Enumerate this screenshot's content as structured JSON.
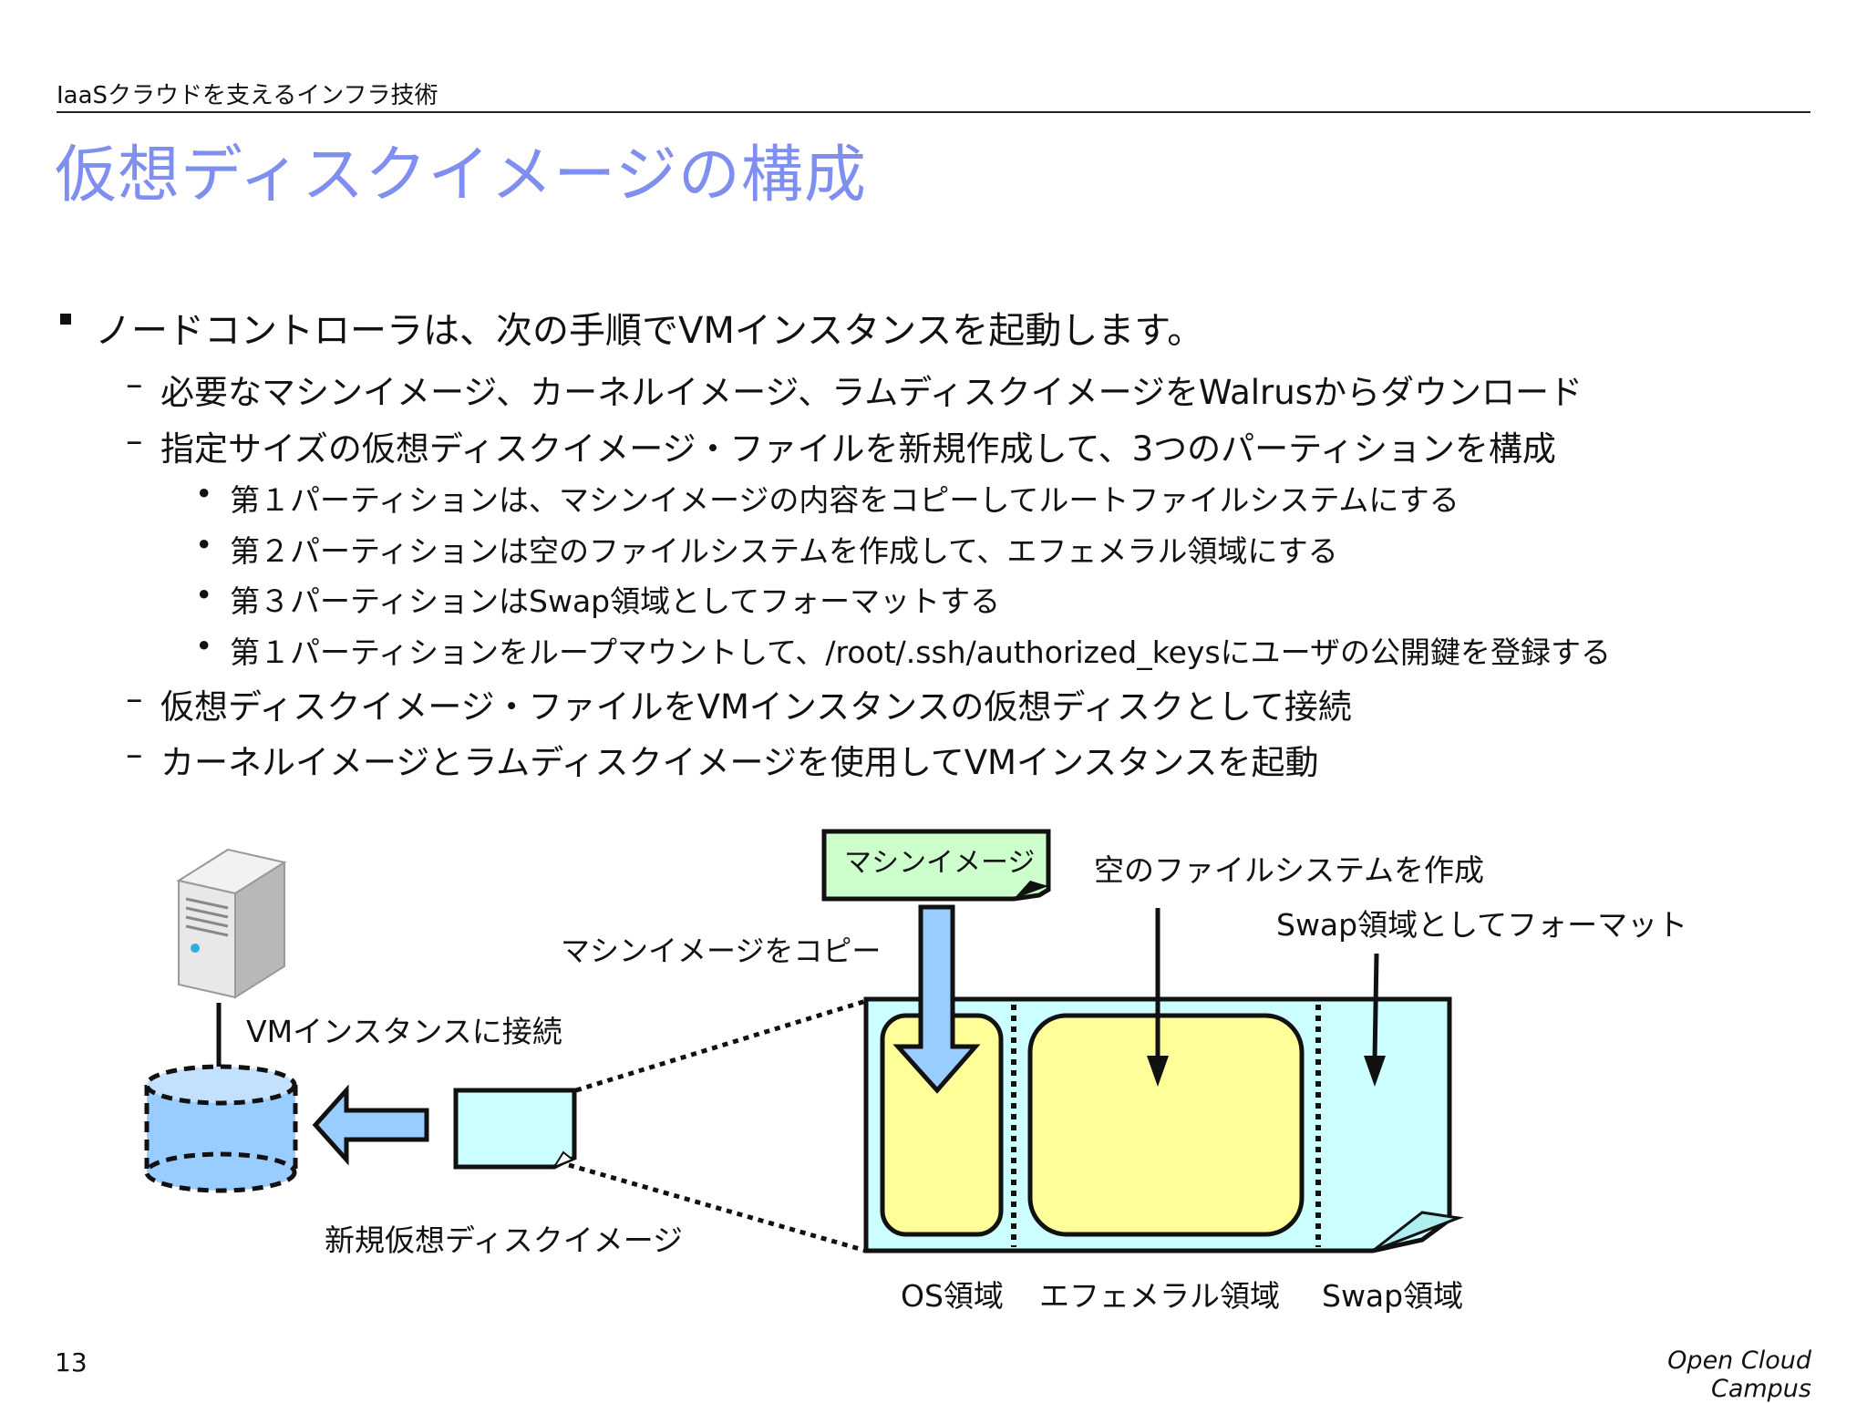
{
  "header": {
    "category": "IaaSクラウドを支えるインフラ技術"
  },
  "title": "仮想ディスクイメージの構成",
  "bullets": {
    "main": "ノードコントローラは、次の手順でVMインスタンスを起動します。",
    "dash_marker": "–",
    "dot_marker": "•",
    "step1": "必要なマシンイメージ、カーネルイメージ、ラムディスクイメージをWalrusからダウンロード",
    "step2": "指定サイズの仮想ディスクイメージ・ファイルを新規作成して、3つのパーティションを構成",
    "sub": [
      "第１パーティションは、マシンイメージの内容をコピーしてルートファイルシステムにする",
      "第２パーティションは空のファイルシステムを作成して、エフェメラル領域にする",
      "第３パーティションはSwap領域としてフォーマットする",
      "第１パーティションをループマウントして、/root/.ssh/authorized_keysにユーザの公開鍵を登録する"
    ],
    "step3": "仮想ディスクイメージ・ファイルをVMインスタンスの仮想ディスクとして接続",
    "step4": "カーネルイメージとラムディスクイメージを使用してVMインスタンスを起動"
  },
  "diagram": {
    "machine_image_box": "マシンイメージ",
    "copy_label": "マシンイメージをコピー",
    "empty_fs_label": "空のファイルシステムを作成",
    "swap_format_label": "Swap領域としてフォーマット",
    "connect_label": "VMインスタンスに接続",
    "new_disk_label": "新規仮想ディスクイメージ",
    "os_area": "OS領域",
    "ephemeral_area": "エフェメラル領域",
    "swap_area": "Swap領域",
    "colors": {
      "machine_image_fill": "#ccffcc",
      "partition_fill": "#ffff99",
      "disk_fill": "#ccffff",
      "arrow_fill": "#99ccff",
      "cylinder_fill": "#99ccff"
    },
    "icons": [
      "server-icon",
      "virtual-disk-cylinder-icon"
    ]
  },
  "footer": {
    "page": "13",
    "brand": "Open Cloud Campus"
  }
}
